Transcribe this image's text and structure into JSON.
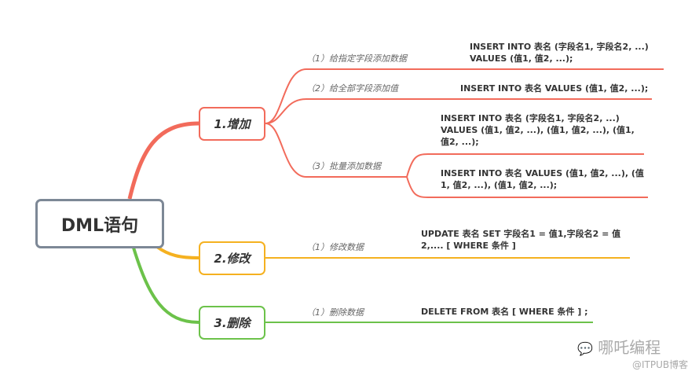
{
  "root": {
    "label": "DML语句"
  },
  "branches": [
    {
      "label": "1.增加",
      "color": "#f26b5b",
      "items": [
        {
          "label": "（1）给指定字段添加数据",
          "sql": [
            "INSERT INTO 表名 (字段名1, 字段名2, ...) VALUES (值1, 值2, ...);"
          ]
        },
        {
          "label": "（2）给全部字段添加值",
          "sql": [
            "INSERT INTO 表名 VALUES (值1, 值2, ...);"
          ]
        },
        {
          "label": "（3）批量添加数据",
          "sql": [
            "INSERT INTO 表名 (字段名1, 字段名2, ...) VALUES (值1, 值2, ...), (值1, 值2, ...), (值1, 值2, ...);",
            "INSERT INTO 表名 VALUES (值1, 值2, ...), (值1, 值2, ...), (值1, 值2, ...);"
          ]
        }
      ]
    },
    {
      "label": "2.修改",
      "color": "#f5b120",
      "items": [
        {
          "label": "（1）修改数据",
          "sql": [
            "UPDATE 表名 SET 字段名1 = 值1,字段名2 = 值2,.... [ WHERE  条件 ]"
          ]
        }
      ]
    },
    {
      "label": "3.删除",
      "color": "#6cc24a",
      "items": [
        {
          "label": "（1）删除数据",
          "sql": [
            "DELETE FROM 表名 [ WHERE 条件 ] ;"
          ]
        }
      ]
    }
  ],
  "watermark": {
    "name": "哪吒编程",
    "source": "@ITPUB博客"
  }
}
